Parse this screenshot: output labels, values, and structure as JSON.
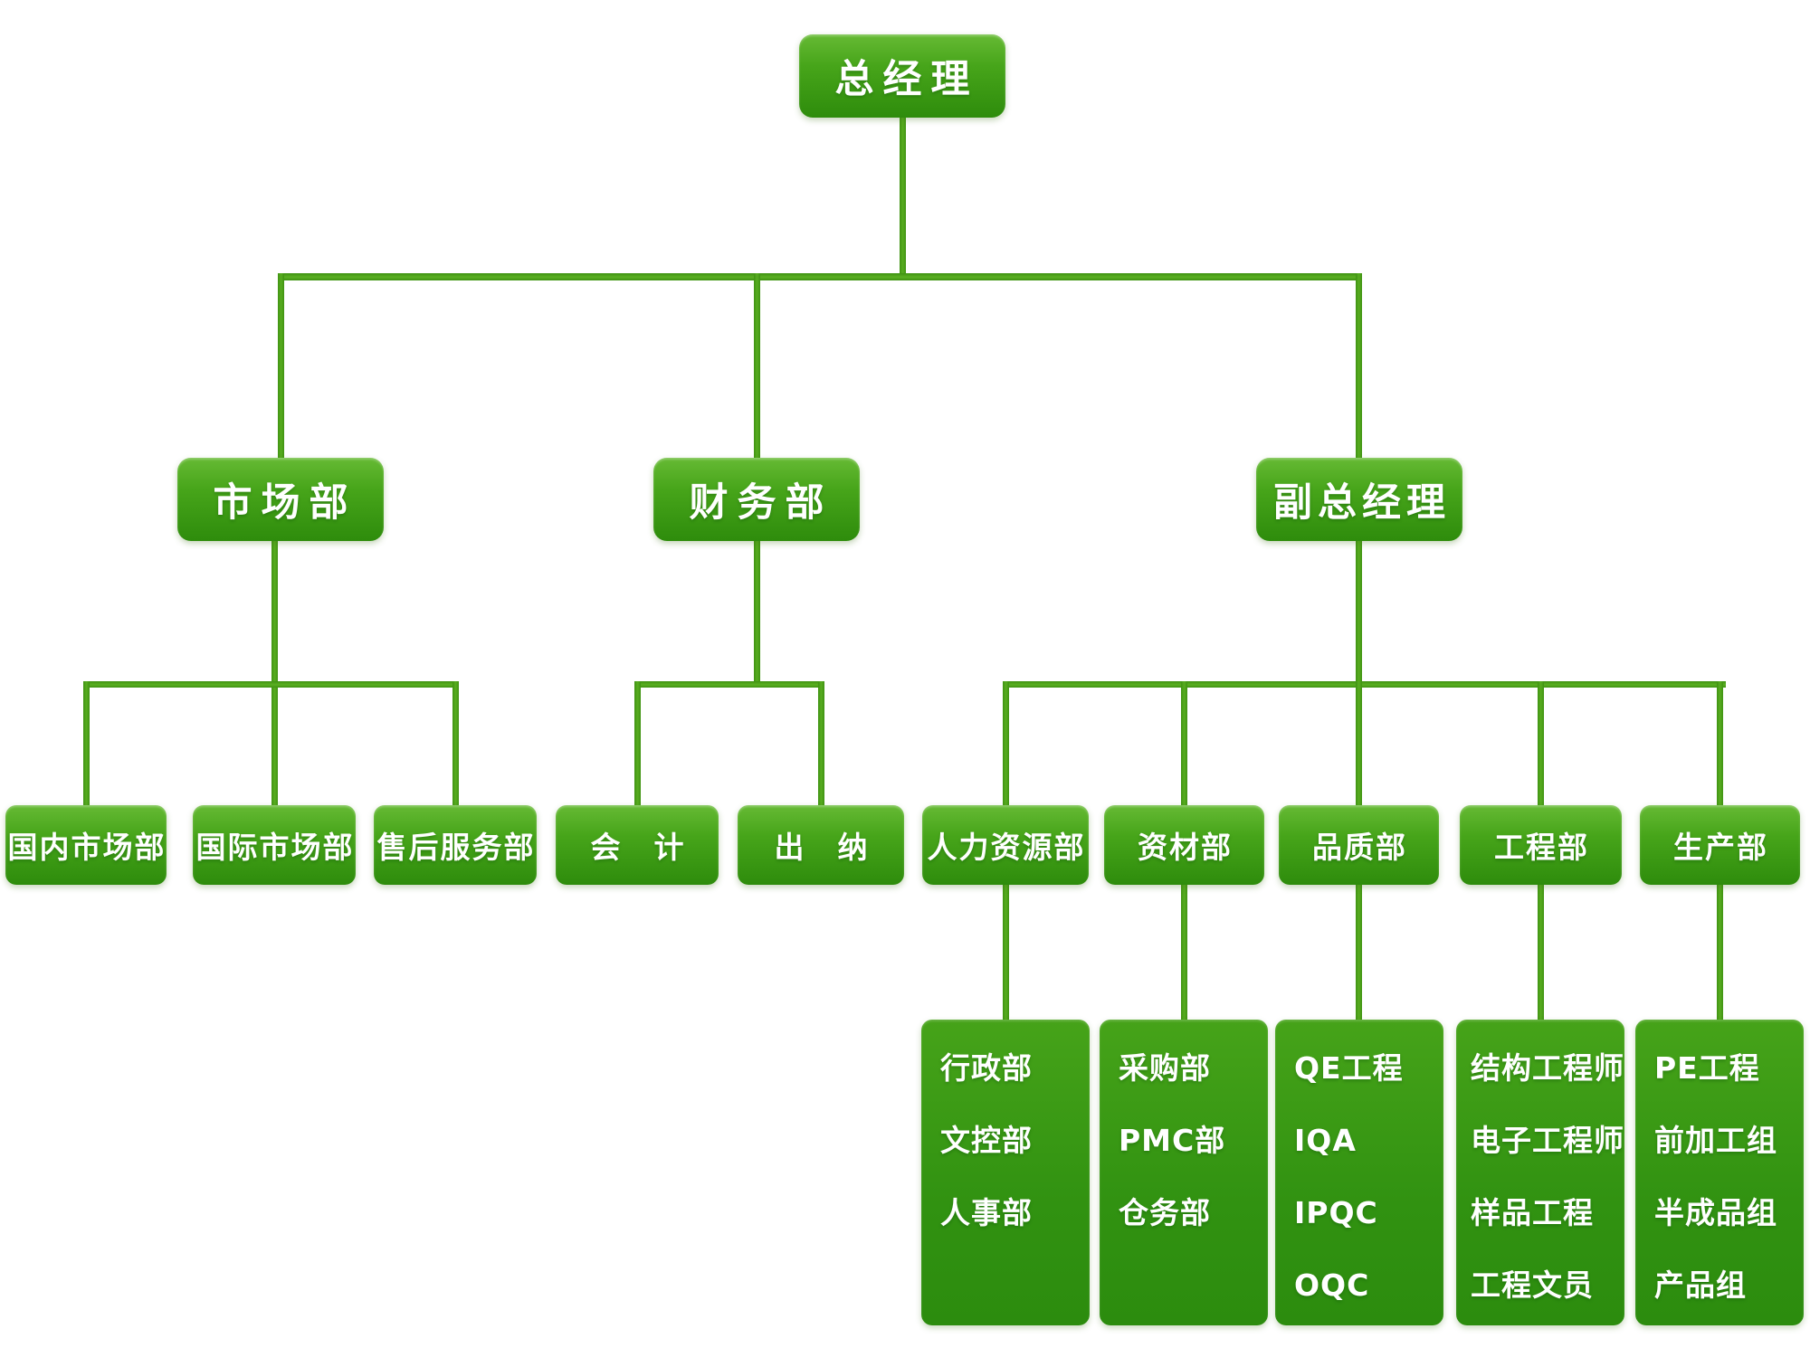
{
  "chart_type": "organization-chart",
  "colors": {
    "box_green_top": "#66ba34",
    "box_green_bottom": "#2e8c0c",
    "tall_box_green": "#319211",
    "connector_green": "#47a015",
    "text": "#ffffff",
    "background": "#ffffff"
  },
  "nodes": {
    "general_manager": {
      "label": "总经理"
    },
    "marketing_dept": {
      "label": "市场部"
    },
    "finance_dept": {
      "label": "财务部"
    },
    "deputy_general_manager": {
      "label": "副总经理"
    },
    "domestic_market_dept": {
      "label": "国内市场部"
    },
    "international_market_dept": {
      "label": "国际市场部"
    },
    "after_sales_service_dept": {
      "label": "售后服务部"
    },
    "accounting": {
      "label": "会　计"
    },
    "cashier": {
      "label": "出　纳"
    },
    "human_resources_dept": {
      "label": "人力资源部"
    },
    "materials_dept": {
      "label": "资材部"
    },
    "quality_dept": {
      "label": "品质部"
    },
    "engineering_dept": {
      "label": "工程部"
    },
    "production_dept": {
      "label": "生产部"
    }
  },
  "columns": {
    "hr": {
      "items": [
        "行政部",
        "文控部",
        "人事部"
      ]
    },
    "materials": {
      "items": [
        "采购部",
        "PMC部",
        "仓务部"
      ]
    },
    "quality": {
      "items": [
        "QE工程",
        "IQA",
        "IPQC",
        "OQC"
      ]
    },
    "engineering": {
      "items": [
        "结构工程师",
        "电子工程师",
        "样品工程",
        "工程文员"
      ]
    },
    "production": {
      "items": [
        "PE工程",
        "前加工组",
        "半成品组",
        "产品组"
      ]
    }
  }
}
